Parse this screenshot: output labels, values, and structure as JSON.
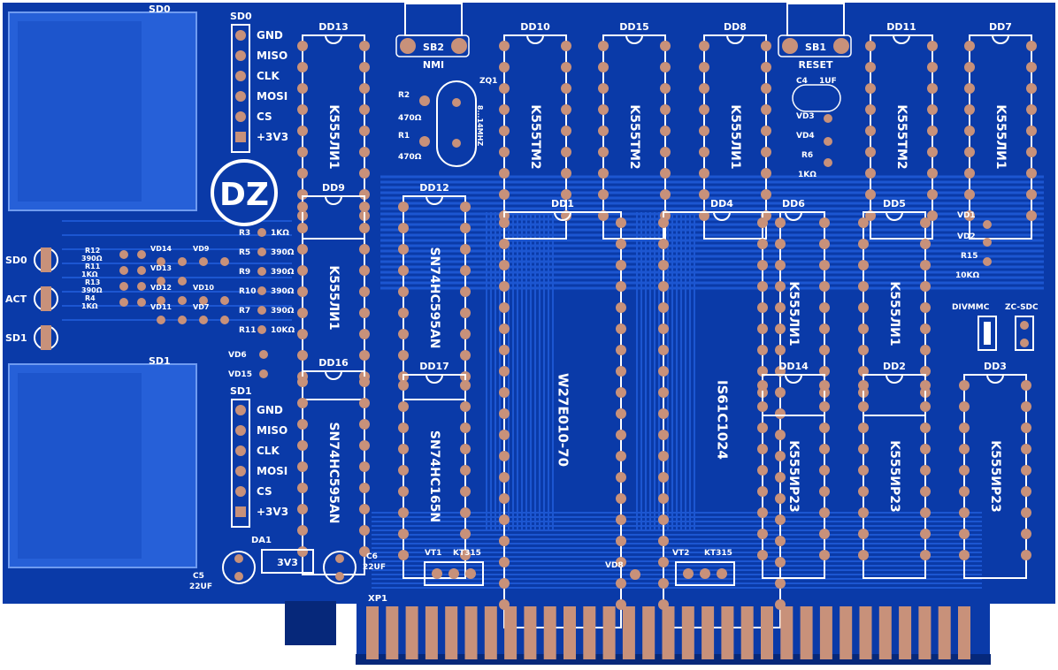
{
  "colors": {
    "board": "#0a3aa8",
    "board_dark": "#06287a",
    "trace": "#1e5ad6",
    "pad": "#c8917a",
    "silk": "#ffffff"
  },
  "logo": "DZ",
  "chips": [
    {
      "ref": "DD13",
      "part": "K555ЛИ1"
    },
    {
      "ref": "DD10",
      "part": "K555TM2"
    },
    {
      "ref": "DD15",
      "part": "K555TM2"
    },
    {
      "ref": "DD8",
      "part": "K555ЛИ1"
    },
    {
      "ref": "DD11",
      "part": "K555TM2"
    },
    {
      "ref": "DD7",
      "part": "K555ЛИ1"
    },
    {
      "ref": "DD9",
      "part": "K555ЛИ1"
    },
    {
      "ref": "DD12",
      "part": "SN74HC595AN"
    },
    {
      "ref": "DD1",
      "part": "W27E010-70"
    },
    {
      "ref": "DD4",
      "part": "IS61C1024"
    },
    {
      "ref": "DD6",
      "part": "K555ЛИ1"
    },
    {
      "ref": "DD5",
      "part": "K555ЛИ1"
    },
    {
      "ref": "DD16",
      "part": "SN74HC595AN"
    },
    {
      "ref": "DD17",
      "part": "SN74HC165N"
    },
    {
      "ref": "DD14",
      "part": "K555ИР23"
    },
    {
      "ref": "DD2",
      "part": "K555ИР23"
    },
    {
      "ref": "DD3",
      "part": "K555ИР23"
    }
  ],
  "sd_slots": [
    "SD0",
    "SD1"
  ],
  "sd_headers": [
    {
      "ref": "SD0",
      "pins": [
        "GND",
        "MISO",
        "CLK",
        "MOSI",
        "CS",
        "+3V3"
      ]
    },
    {
      "ref": "SD1",
      "pins": [
        "GND",
        "MISO",
        "CLK",
        "MOSI",
        "CS",
        "+3V3"
      ]
    }
  ],
  "buttons": [
    {
      "ref": "SB2",
      "label": "NMI"
    },
    {
      "ref": "SB1",
      "label": "RESET"
    }
  ],
  "crystal": {
    "ref": "ZQ1",
    "value": "8...14MHZ"
  },
  "left_leds": [
    "SD0",
    "ACT",
    "SD1"
  ],
  "resistors_top": [
    {
      "ref": "R2",
      "value": "470Ω"
    },
    {
      "ref": "R1",
      "value": "470Ω"
    }
  ],
  "resistors_left": [
    {
      "ref": "R12",
      "value": "390Ω"
    },
    {
      "ref": "R11",
      "value": "1KΩ"
    },
    {
      "ref": "R13",
      "value": "390Ω"
    },
    {
      "ref": "R4",
      "value": "1KΩ"
    }
  ],
  "resistors_mid": [
    {
      "ref": "R3",
      "value": "1KΩ"
    },
    {
      "ref": "R5",
      "value": "390Ω"
    },
    {
      "ref": "R9",
      "value": "390Ω"
    },
    {
      "ref": "R10",
      "value": "390Ω"
    },
    {
      "ref": "R7",
      "value": "390Ω"
    },
    {
      "ref": "R11",
      "value": "10KΩ"
    }
  ],
  "diodes_left": [
    "VD14",
    "VD9",
    "VD13",
    "VD12",
    "VD10",
    "VD11",
    "VD7"
  ],
  "diodes_mid": [
    "VD6",
    "VD15"
  ],
  "reset_block": {
    "cap": "C4",
    "cap_value": "1UF",
    "diodes": [
      "VD3",
      "VD4"
    ],
    "res": "R6",
    "res_value": "1KΩ"
  },
  "right_block": {
    "diodes": [
      "VD1",
      "VD2"
    ],
    "res": "R15",
    "res_value": "10KΩ"
  },
  "jumpers": [
    "DIVMMC",
    "ZC-SDC"
  ],
  "power": {
    "reg": "DA1",
    "reg_label": "3V3",
    "c5": "C5",
    "c5_value": "22UF",
    "c6": "C6",
    "c6_value": "22UF"
  },
  "transistors": [
    {
      "ref": "VT1",
      "part": "KT315"
    },
    {
      "ref": "VT2",
      "part": "KT315"
    }
  ],
  "vd8": "VD8",
  "edge_connector": "XP1"
}
